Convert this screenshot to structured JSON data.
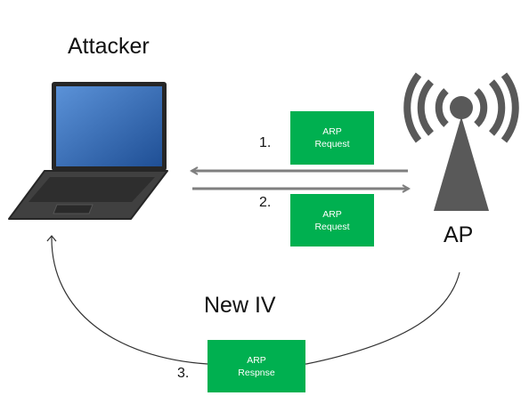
{
  "nodes": {
    "attacker_label": "Attacker",
    "ap_label": "AP"
  },
  "flow_label": "New IV",
  "steps": {
    "step1": "1.",
    "step2": "2.",
    "step3": "3."
  },
  "packets": {
    "packet1": {
      "line1": "ARP",
      "line2": "Request"
    },
    "packet2": {
      "line1": "ARP",
      "line2": "Request"
    },
    "packet3": {
      "line1": "ARP",
      "line2": "Respnse"
    }
  },
  "colors": {
    "packet_fill": "#00b050",
    "arrow": "#7f7f7f",
    "laptop_screen": "#2e63b0",
    "laptop_body": "#404040",
    "antenna": "#595959"
  },
  "icons": {
    "attacker": "laptop-icon",
    "access_point": "wireless-tower-icon"
  }
}
